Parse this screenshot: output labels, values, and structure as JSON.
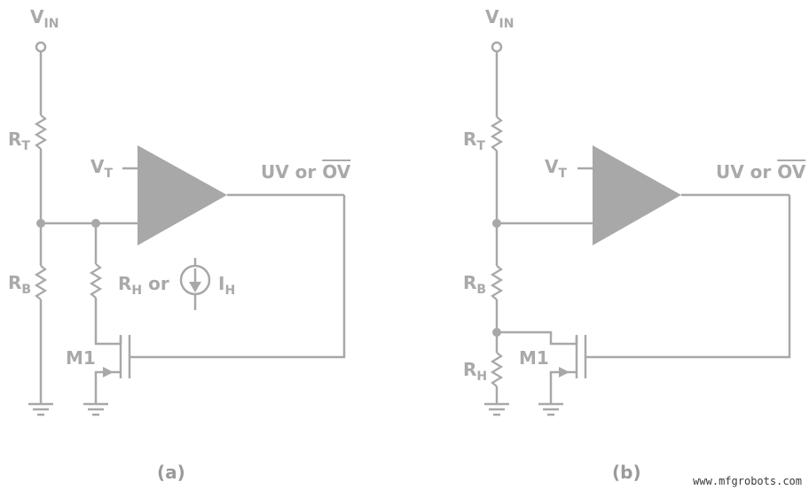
{
  "labels": {
    "vin_main": "V",
    "vin_sub": "IN",
    "rt_main": "R",
    "rt_sub": "T",
    "rb_main": "R",
    "rb_sub": "B",
    "rh_main": "R",
    "rh_sub": "H",
    "vt_main": "V",
    "vt_sub": "T",
    "output_prefix": "UV or ",
    "output_overline": "OV",
    "or_text": " or ",
    "ih_main": "I",
    "ih_sub": "H",
    "mosfet": "M1"
  },
  "captions": {
    "a": "(a)",
    "b": "(b)"
  },
  "watermark": "www.mfgrobots.com"
}
